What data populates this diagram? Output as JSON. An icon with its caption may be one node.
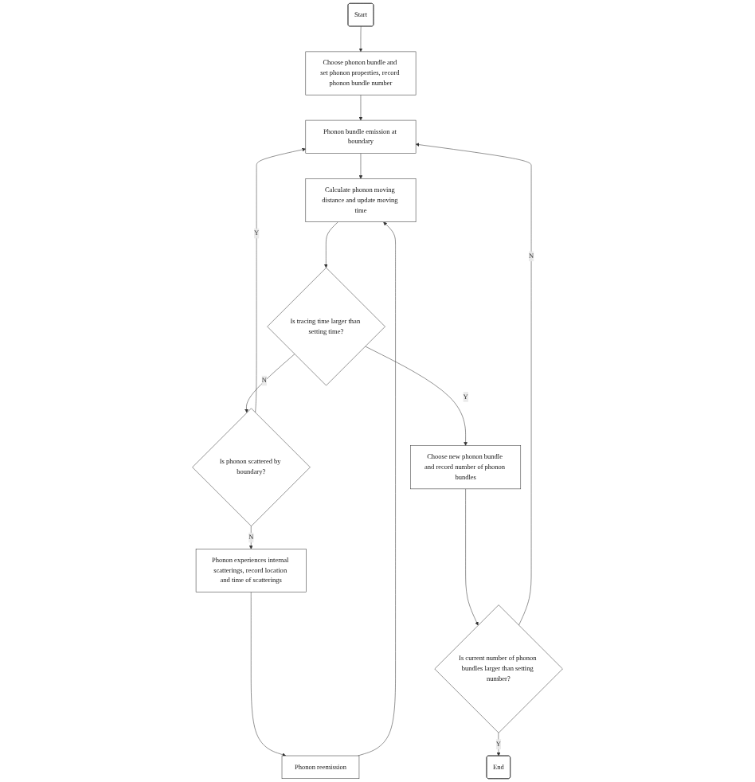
{
  "diagram": {
    "nodes": [
      {
        "text": [
          "Start"
        ]
      },
      {
        "text": [
          "Choose phonon bundle and set phonon properties, record phonon bundle number"
        ]
      },
      {
        "text": [
          "Phonon bundle emission at boundary"
        ]
      },
      {
        "text": [
          "Calculate phonon moving distance and update moving time"
        ]
      },
      {
        "text": [
          "Is tracing time larger than setting time?"
        ]
      },
      {
        "text": [
          "Is phonon scattered by boundary?"
        ]
      },
      {
        "text": [
          "Phonon experiences internal scatterings, record location and time of scatterings"
        ]
      },
      {
        "text": [
          "Phonon reemission"
        ]
      },
      {
        "text": [
          "Choose new phonon bundle and record number of phonon bundles"
        ]
      },
      {
        "text": [
          "Is current number of phonon bundles larger than setting number?"
        ]
      },
      {
        "text": [
          "End"
        ]
      }
    ],
    "edges": [
      {
        "from": 0,
        "to": 1,
        "arrow": "to"
      },
      {
        "from": 1,
        "to": 2,
        "arrow": "to"
      },
      {
        "from": 2,
        "to": 3,
        "arrow": "to"
      },
      {
        "from": 3,
        "to": 4,
        "arrow": "to"
      },
      {
        "from": 4,
        "to": 5,
        "arrow": "to",
        "label": "N"
      },
      {
        "from": 5,
        "to": 2,
        "arrow": "to",
        "label": "Y"
      },
      {
        "from": 5,
        "to": 6,
        "arrow": "to",
        "label": "N"
      },
      {
        "from": 6,
        "to": 7,
        "arrow": "to"
      },
      {
        "from": 7,
        "to": 3,
        "arrow": "to"
      },
      {
        "from": 4,
        "to": 8,
        "arrow": "to",
        "label": "Y"
      },
      {
        "from": 8,
        "to": 9,
        "arrow": "to"
      },
      {
        "from": 9,
        "to": 2,
        "arrow": "to",
        "label": "N"
      },
      {
        "from": 9,
        "to": 10,
        "arrow": "to",
        "label": "Y"
      }
    ]
  }
}
